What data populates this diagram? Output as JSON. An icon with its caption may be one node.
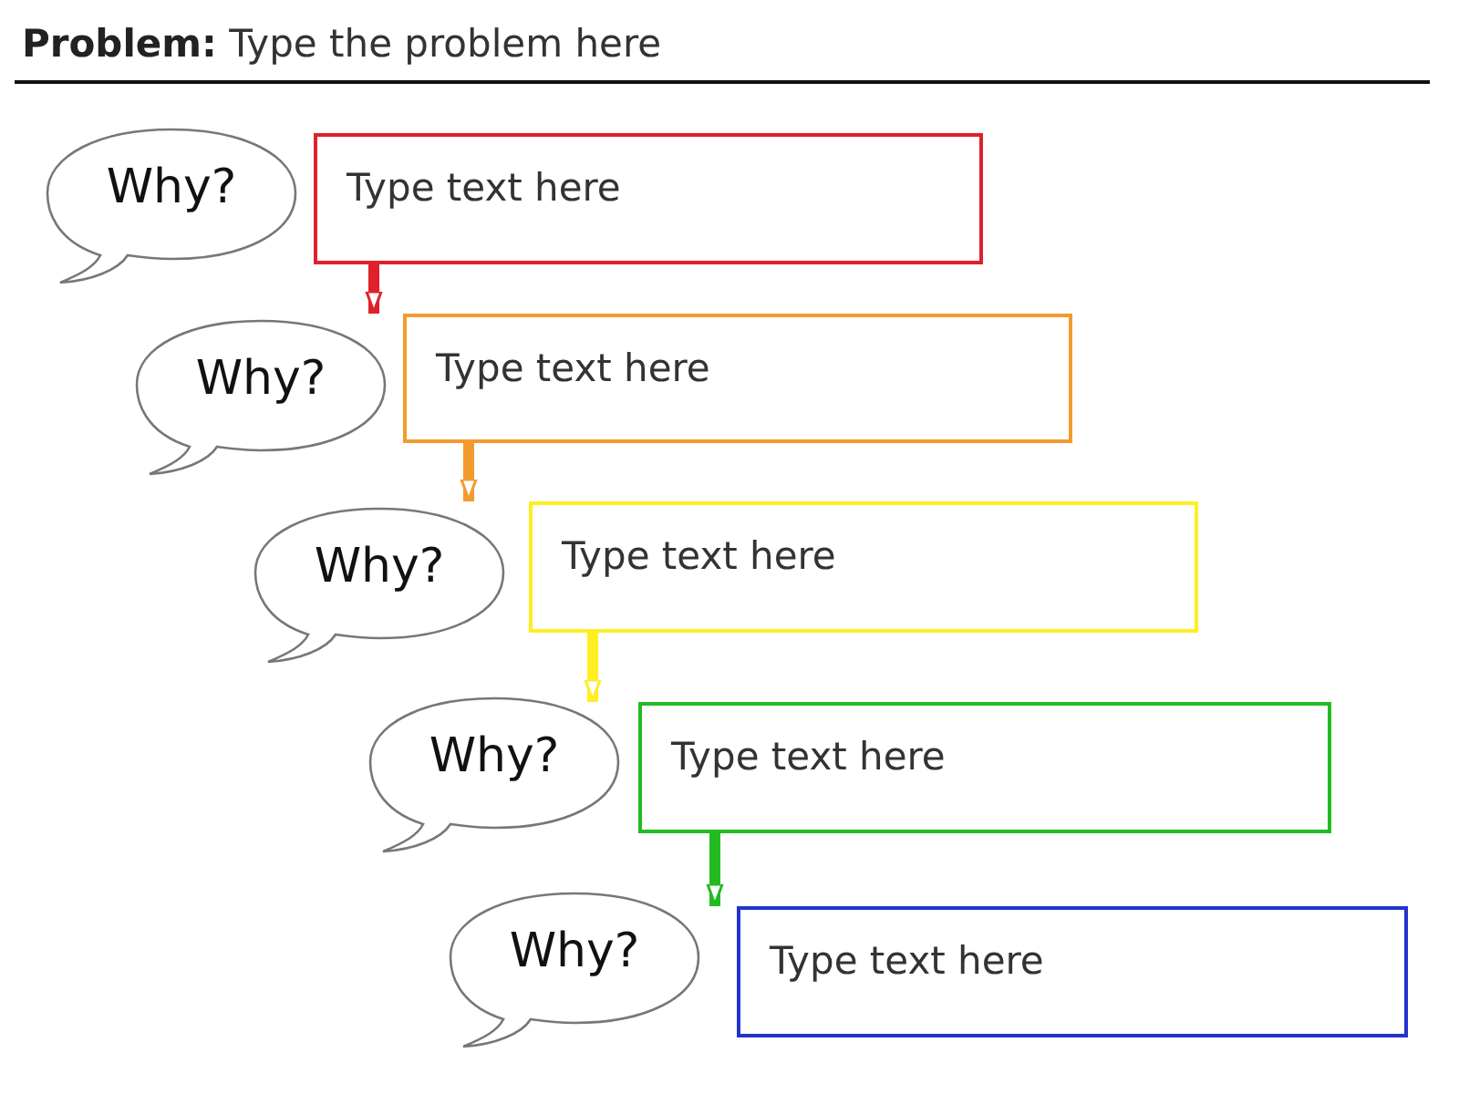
{
  "diagram": {
    "title": "**Problem:** Type the problem here",
    "nodes": [
      {
        "text": [
          "Why?"
        ]
      },
      {
        "text": [
          "Type text here"
        ]
      },
      {
        "text": [
          "Why?"
        ]
      },
      {
        "text": [
          "Type text here"
        ]
      },
      {
        "text": [
          "Why?"
        ]
      },
      {
        "text": [
          "Type text here"
        ]
      },
      {
        "text": [
          "Why?"
        ]
      },
      {
        "text": [
          "Type text here"
        ]
      },
      {
        "text": [
          "Why?"
        ]
      },
      {
        "text": [
          "Type text here"
        ]
      }
    ],
    "edges": [
      {
        "from": 1,
        "to": 3,
        "arrow": "to",
        "color": "#e0202a"
      },
      {
        "from": 3,
        "to": 5,
        "arrow": "to",
        "color": "#f39a2e"
      },
      {
        "from": 5,
        "to": 7,
        "arrow": "to",
        "color": "#ffee22"
      },
      {
        "from": 7,
        "to": 9,
        "arrow": "to",
        "color": "#22bb22"
      }
    ]
  }
}
